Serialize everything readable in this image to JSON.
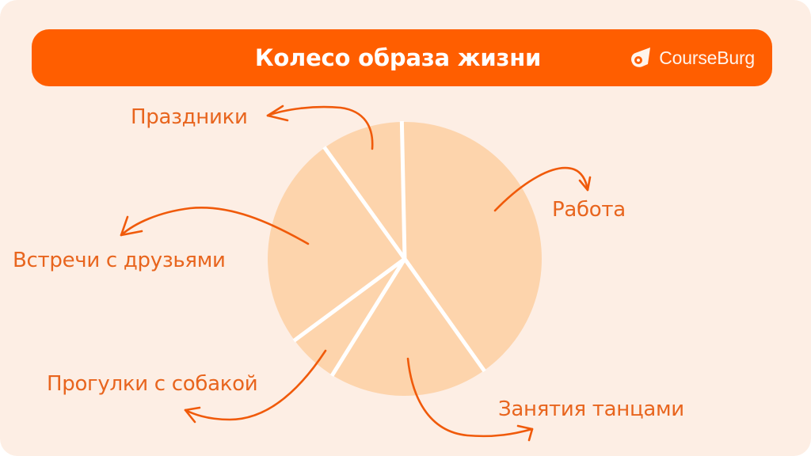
{
  "header": {
    "title": "Колесо образа жизни",
    "logo_text": "CourseBurg",
    "logo_icon": "courseburg-logo-icon"
  },
  "colors": {
    "background": "#fdeee4",
    "banner": "#ff5e00",
    "slice_fill": "#fdd4ac",
    "divider": "#ffffff",
    "label_text": "#e8651e",
    "arrow": "#f05a0a"
  },
  "chart_data": {
    "type": "pie",
    "title": "Колесо образа жизни",
    "categories": [
      "Работа",
      "Занятия танцами",
      "Прогулки с собакой",
      "Встречи с друзьями",
      "Праздники"
    ],
    "values": [
      40.5,
      18.7,
      6.0,
      25.2,
      9.6
    ],
    "unit": "percent (estimated from slice angles)",
    "start_angle_deg": -1.2,
    "direction": "clockwise",
    "legend": "none; labels with curved arrows around pie"
  },
  "labels": {
    "work": "Работа",
    "dance": "Занятия танцами",
    "dog": "Прогулки с собакой",
    "friends": "Встречи с друзьями",
    "holidays": "Праздники"
  }
}
